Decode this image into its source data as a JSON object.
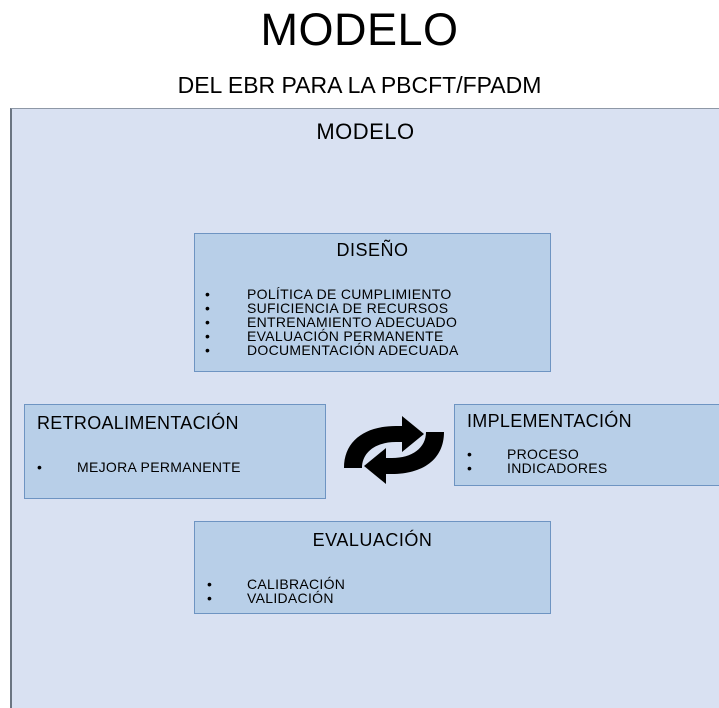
{
  "header": {
    "title": "MODELO",
    "subtitle": "DEL EBR PARA LA PBCFT/FPADM"
  },
  "diagram": {
    "panel_title": "MODELO",
    "diseno": {
      "title": "DISEÑO",
      "items": [
        "POLÍTICA DE CUMPLIMIENTO",
        "SUFICIENCIA DE RECURSOS",
        "ENTRENAMIENTO ADECUADO",
        "EVALUACIÓN PERMANENTE",
        "DOCUMENTACIÓN ADECUADA"
      ]
    },
    "retroalimentacion": {
      "title": "RETROALIMENTACIÓN",
      "items": [
        "MEJORA PERMANENTE"
      ]
    },
    "implementacion": {
      "title": "IMPLEMENTACIÓN",
      "items": [
        "PROCESO",
        "INDICADORES"
      ]
    },
    "evaluacion": {
      "title": "EVALUACIÓN",
      "items": [
        "CALIBRACIÓN",
        "VALIDACIÓN"
      ]
    },
    "bullet": "•",
    "center_icon": "cycle-arrows-icon",
    "colors": {
      "panel_bg": "#d9e1f2",
      "box_bg": "#b8cfe8",
      "box_border": "#6e94c2",
      "icon": "#000000"
    }
  }
}
